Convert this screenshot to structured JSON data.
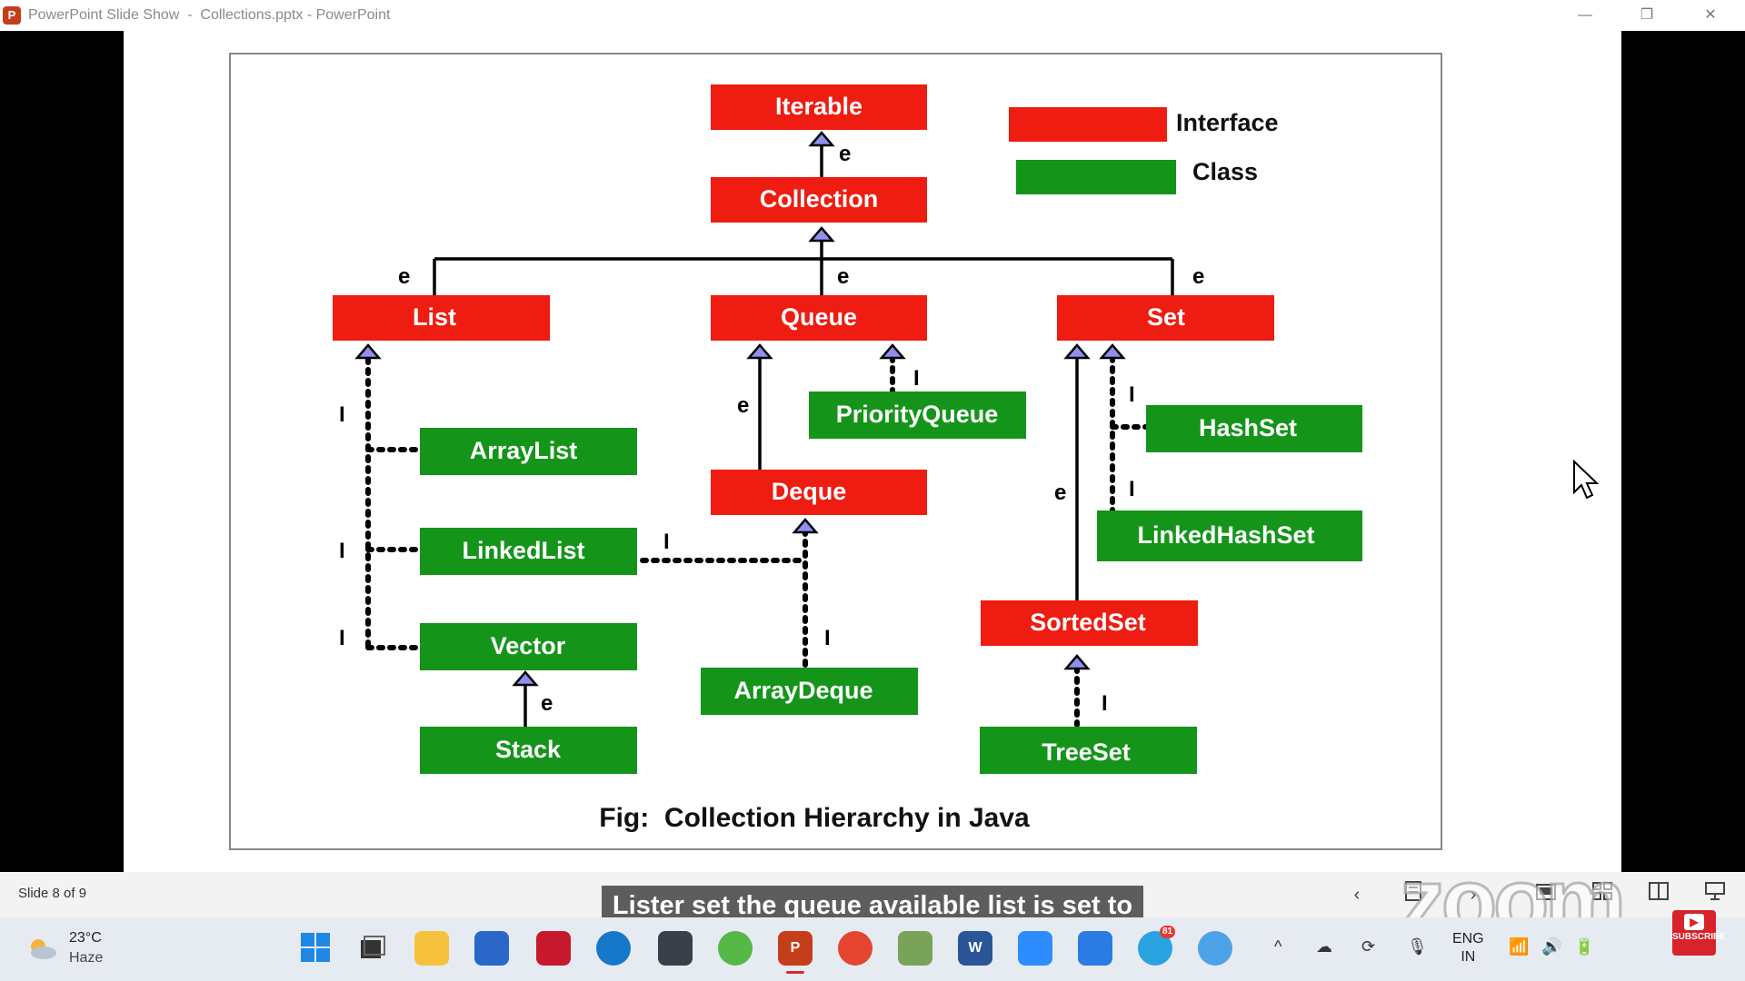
{
  "window": {
    "title": "PowerPoint Slide Show  -  Collections.pptx - PowerPoint",
    "app_icon_letter": "P",
    "minimize": "—",
    "restore": "❐",
    "close": "✕"
  },
  "slide": {
    "nodes": {
      "iterable": "Iterable",
      "collection": "Collection",
      "list": "List",
      "queue": "Queue",
      "set": "Set",
      "arraylist": "ArrayList",
      "linkedlist": "LinkedList",
      "vector": "Vector",
      "stack": "Stack",
      "priorityqueue": "PriorityQueue",
      "deque": "Deque",
      "arraydeque": "ArrayDeque",
      "hashset": "HashSet",
      "linkedhashset": "LinkedHashSet",
      "sortedset": "SortedSet",
      "treeset": "TreeSet"
    },
    "edge_labels": {
      "extends": "e",
      "implements": "I"
    },
    "legend": {
      "interface": "Interface",
      "class": "Class"
    },
    "caption": "Fig:  Collection Hierarchy in Java",
    "colors": {
      "interface": "#ee1c11",
      "class": "#14951a"
    }
  },
  "status": {
    "slide_counter": "Slide 8 of 9",
    "prev": "‹",
    "next": "›"
  },
  "subtitle": "Lister set the queue available list is set to",
  "watermark": "zoom",
  "taskbar": {
    "weather_temp": "23°C",
    "weather_cond": "Haze",
    "lang_line1": "ENG",
    "lang_line2": "IN",
    "notification_badge": "81",
    "subscribe_label": "SUBSCRIBE",
    "apps": [
      "start-icon",
      "taskview-icon",
      "file-explorer-icon",
      "store-icon",
      "mcafee-icon",
      "edge-icon",
      "snip-icon",
      "feather-icon",
      "powerpoint-icon",
      "chrome-icon",
      "notepad-icon",
      "word-icon",
      "zoom-icon",
      "notes-icon",
      "telegram-icon",
      "weather-app-icon"
    ]
  }
}
